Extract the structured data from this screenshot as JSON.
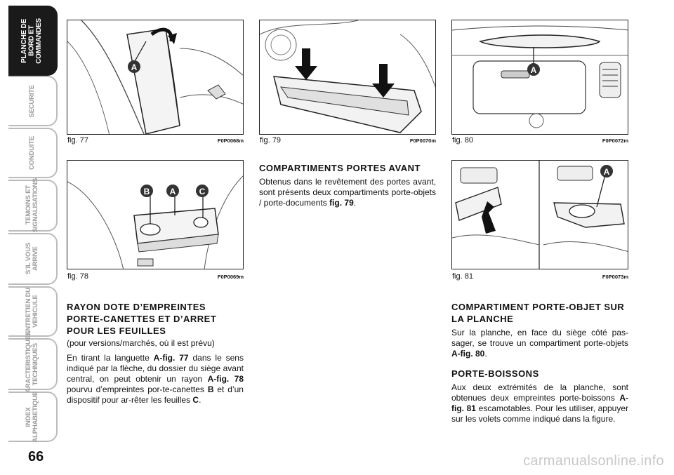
{
  "sidebar": {
    "tabs": [
      {
        "label": "PLANCHE DE\nBORD ET\nCOMMANDES",
        "active": true
      },
      {
        "label": "SECURITE",
        "active": false
      },
      {
        "label": "CONDUITE",
        "active": false
      },
      {
        "label": "TEMOINS ET\nSIGNALISATIONS",
        "active": false
      },
      {
        "label": "S’IL VOUS\nARRIVE",
        "active": false
      },
      {
        "label": "ENTRETIEN DU\nVEHICULE",
        "active": false
      },
      {
        "label": "CARACTERISTIQUES\nTECHNIQUES",
        "active": false
      },
      {
        "label": "INDEX\nALPHABETIQUE",
        "active": false
      }
    ],
    "page_number": "66"
  },
  "figures": {
    "fig77": {
      "caption": "fig. 77",
      "code": "F0P0068m",
      "callouts": [
        "A"
      ]
    },
    "fig78": {
      "caption": "fig. 78",
      "code": "F0P0069m",
      "callouts": [
        "B",
        "A",
        "C"
      ]
    },
    "fig79": {
      "caption": "fig. 79",
      "code": "F0P0070m"
    },
    "fig80": {
      "caption": "fig. 80",
      "code": "F0P0072m",
      "callouts": [
        "A"
      ]
    },
    "fig81": {
      "caption": "fig. 81",
      "code": "F0P0073m",
      "callouts": [
        "A"
      ]
    }
  },
  "sections": {
    "rayon": {
      "heading": "RAYON DOTE D’EMPREINTES PORTE-CANETTES ET D’ARRET POUR LES FEUILLES",
      "subtitle": "(pour versions/marchés, où il est prévu)",
      "p1": "En tirant la languette ",
      "p1_b1": "A-fig. 77",
      "p1_t2": " dans le sens indiqué par la flèche, du dossier du siège avant central, on peut obtenir un rayon ",
      "p1_b2": "A-fig. 78",
      "p1_t3": " pourvu d’empreintes por-te-canettes ",
      "p1_b3": "B",
      "p1_t4": " et d’un dispositif pour ar-rêter les feuilles ",
      "p1_b4": "C",
      "p1_t5": "."
    },
    "portes": {
      "heading": "COMPARTIMENTS PORTES AVANT",
      "p1": "Obtenus dans le revêtement des portes avant, sont présents deux compartiments porte-objets / porte-documents ",
      "p1_b1": "fig. 79",
      "p1_t2": "."
    },
    "planche": {
      "heading": "COMPARTIMENT PORTE-OBJET SUR LA PLANCHE",
      "p1": "Sur la planche, en face du siège côté pas-sager, se trouve un compartiment porte-objets ",
      "p1_b1": "A-fig. 80",
      "p1_t2": "."
    },
    "boissons": {
      "heading": "PORTE-BOISSONS",
      "p1": "Aux deux extrémités de la planche, sont obtenues deux empreintes porte-boissons ",
      "p1_b1": "A-fig. 81",
      "p1_t2": " escamotables. Pour les utiliser, appuyer sur les volets comme indiqué dans la figure."
    }
  },
  "watermark": "carmanualsonline.info"
}
